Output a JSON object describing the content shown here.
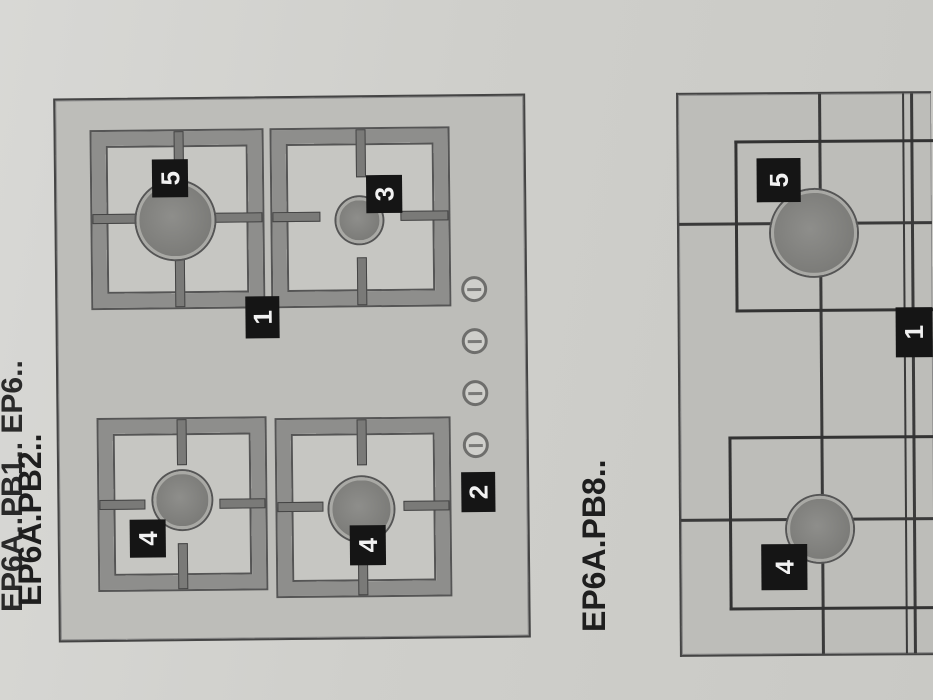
{
  "labels": {
    "top_partial": "EP6A..PB1.. EP6..",
    "model_top": "EP6A.PB2..",
    "model_bottom": "EP6A.PB8.."
  },
  "hob_pb2": {
    "callouts": {
      "control_panel": "1",
      "knobs": "2",
      "burner_top_right": "3",
      "burner_bottom_left": "4",
      "burner_bottom_right": "4",
      "burner_top_left": "5"
    },
    "knob_count": 4
  },
  "hob_pb8": {
    "callouts": {
      "burner_top": "5",
      "control_panel": "1",
      "burner_bottom": "4"
    }
  },
  "colors": {
    "panel": "#bdbdb9",
    "grate": "#8e8e8c",
    "badge": "#151515"
  }
}
